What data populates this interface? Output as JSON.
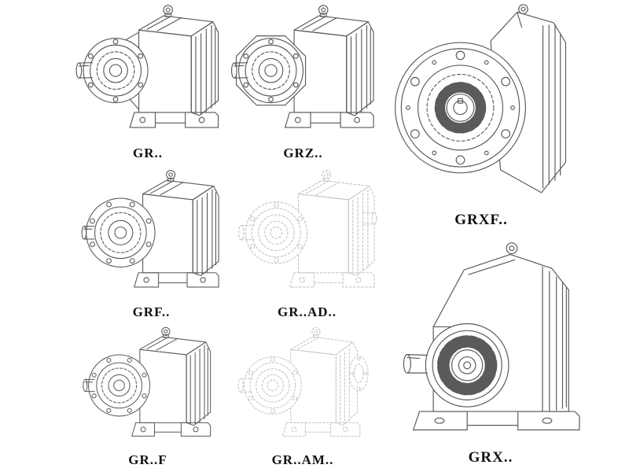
{
  "page": {
    "background_color": "#ffffff",
    "line_color": "#5a5a5a",
    "ghost_line_color": "#c4c4c4",
    "label_color": "#111111"
  },
  "figures": [
    {
      "id": "gr",
      "label": "GR..",
      "style": "solid",
      "description_icon": "gear-reducer-foot-mounted-drawing"
    },
    {
      "id": "grz",
      "label": "GRZ..",
      "style": "solid",
      "description_icon": "gear-reducer-octagon-flange-drawing"
    },
    {
      "id": "grxf",
      "label": "GRXF..",
      "style": "solid",
      "description_icon": "gear-reducer-front-flange-drawing"
    },
    {
      "id": "grf",
      "label": "GRF..",
      "style": "solid",
      "description_icon": "gear-reducer-bolted-flange-drawing"
    },
    {
      "id": "gr-ad",
      "label": "GR..AD..",
      "style": "ghost",
      "description_icon": "gear-reducer-input-adapter-drawing"
    },
    {
      "id": "gr-f",
      "label": "GR..F",
      "style": "solid",
      "description_icon": "gear-reducer-bolted-flange-drawing"
    },
    {
      "id": "gr-am",
      "label": "GR..AM..",
      "style": "ghost",
      "description_icon": "gear-reducer-motor-flange-drawing"
    },
    {
      "id": "grx",
      "label": "GRX..",
      "style": "solid",
      "description_icon": "gear-reducer-large-finned-drawing"
    }
  ]
}
